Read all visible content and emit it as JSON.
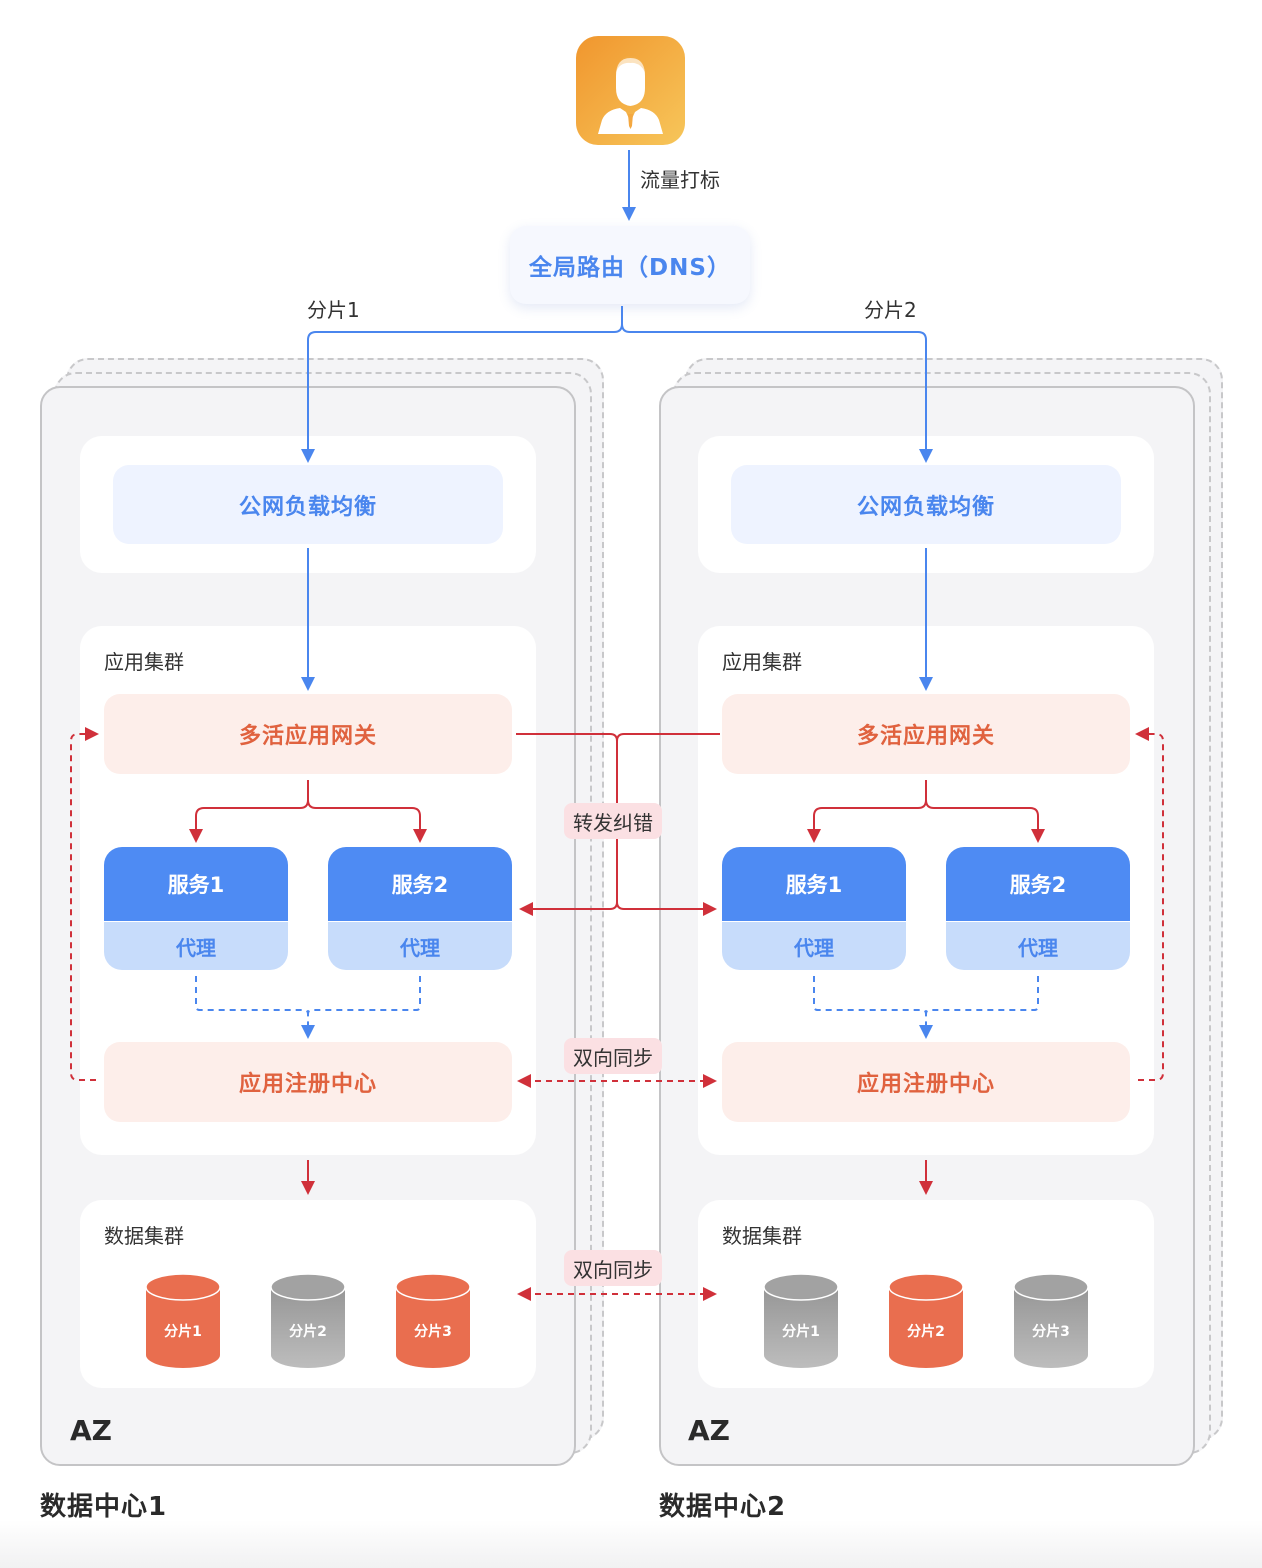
{
  "user": {
    "icon": "user-icon",
    "edge_label": "流量打标"
  },
  "global_router": {
    "label": "全局路由（DNS）"
  },
  "shard_routes": [
    "分片1",
    "分片2"
  ],
  "colors": {
    "blue": "#4a86ee",
    "red": "#d0303a",
    "salmon_bg": "#fdeeea",
    "salmon_text": "#e0623f",
    "active_shard": "#e96e4f",
    "inactive_shard": "#a8a8a8",
    "tag_bg": "#fbe0e3"
  },
  "datacenters": [
    {
      "title": "数据中心1",
      "az_label": "AZ",
      "load_balancer": "公网负载均衡",
      "app_cluster_label": "应用集群",
      "gateway": "多活应用网关",
      "services": [
        {
          "name": "服务1",
          "proxy": "代理"
        },
        {
          "name": "服务2",
          "proxy": "代理"
        }
      ],
      "registry": "应用注册中心",
      "data_cluster_label": "数据集群",
      "shards": [
        {
          "label": "分片1",
          "active": true
        },
        {
          "label": "分片2",
          "active": false
        },
        {
          "label": "分片3",
          "active": true
        }
      ]
    },
    {
      "title": "数据中心2",
      "az_label": "AZ",
      "load_balancer": "公网负载均衡",
      "app_cluster_label": "应用集群",
      "gateway": "多活应用网关",
      "services": [
        {
          "name": "服务1",
          "proxy": "代理"
        },
        {
          "name": "服务2",
          "proxy": "代理"
        }
      ],
      "registry": "应用注册中心",
      "data_cluster_label": "数据集群",
      "shards": [
        {
          "label": "分片1",
          "active": false
        },
        {
          "label": "分片2",
          "active": true
        },
        {
          "label": "分片3",
          "active": false
        }
      ]
    }
  ],
  "cross_links": {
    "forward_correction": "转发纠错",
    "registry_sync": "双向同步",
    "data_sync": "双向同步"
  }
}
